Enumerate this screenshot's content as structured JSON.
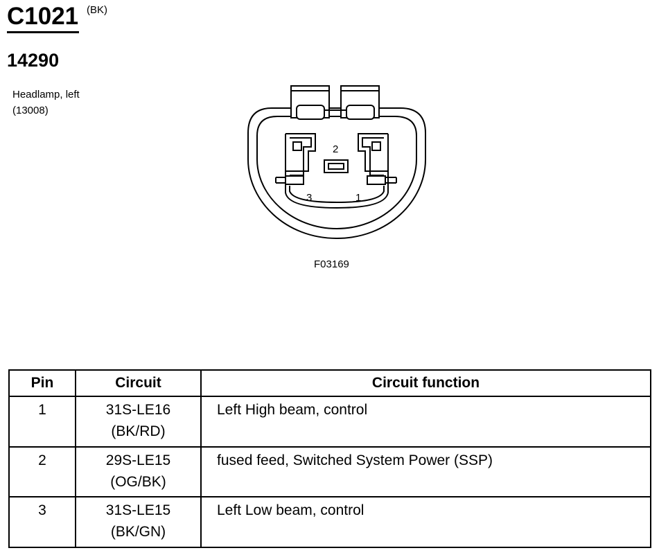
{
  "connector": {
    "id": "C1021",
    "color": "(BK)",
    "part_number": "14290",
    "component_name": "Headlamp, left",
    "component_number": "(13008)",
    "figure_code": "F03169",
    "pins": [
      "1",
      "2",
      "3"
    ]
  },
  "table": {
    "headers": {
      "pin": "Pin",
      "circuit": "Circuit",
      "function": "Circuit function"
    },
    "rows": [
      {
        "pin": "1",
        "circuit": "31S-LE16",
        "wire_color": "(BK/RD)",
        "function": "Left High beam, control"
      },
      {
        "pin": "2",
        "circuit": "29S-LE15",
        "wire_color": "(OG/BK)",
        "function": "fused feed, Switched System Power (SSP)"
      },
      {
        "pin": "3",
        "circuit": "31S-LE15",
        "wire_color": "(BK/GN)",
        "function": "Left Low beam, control"
      }
    ]
  }
}
